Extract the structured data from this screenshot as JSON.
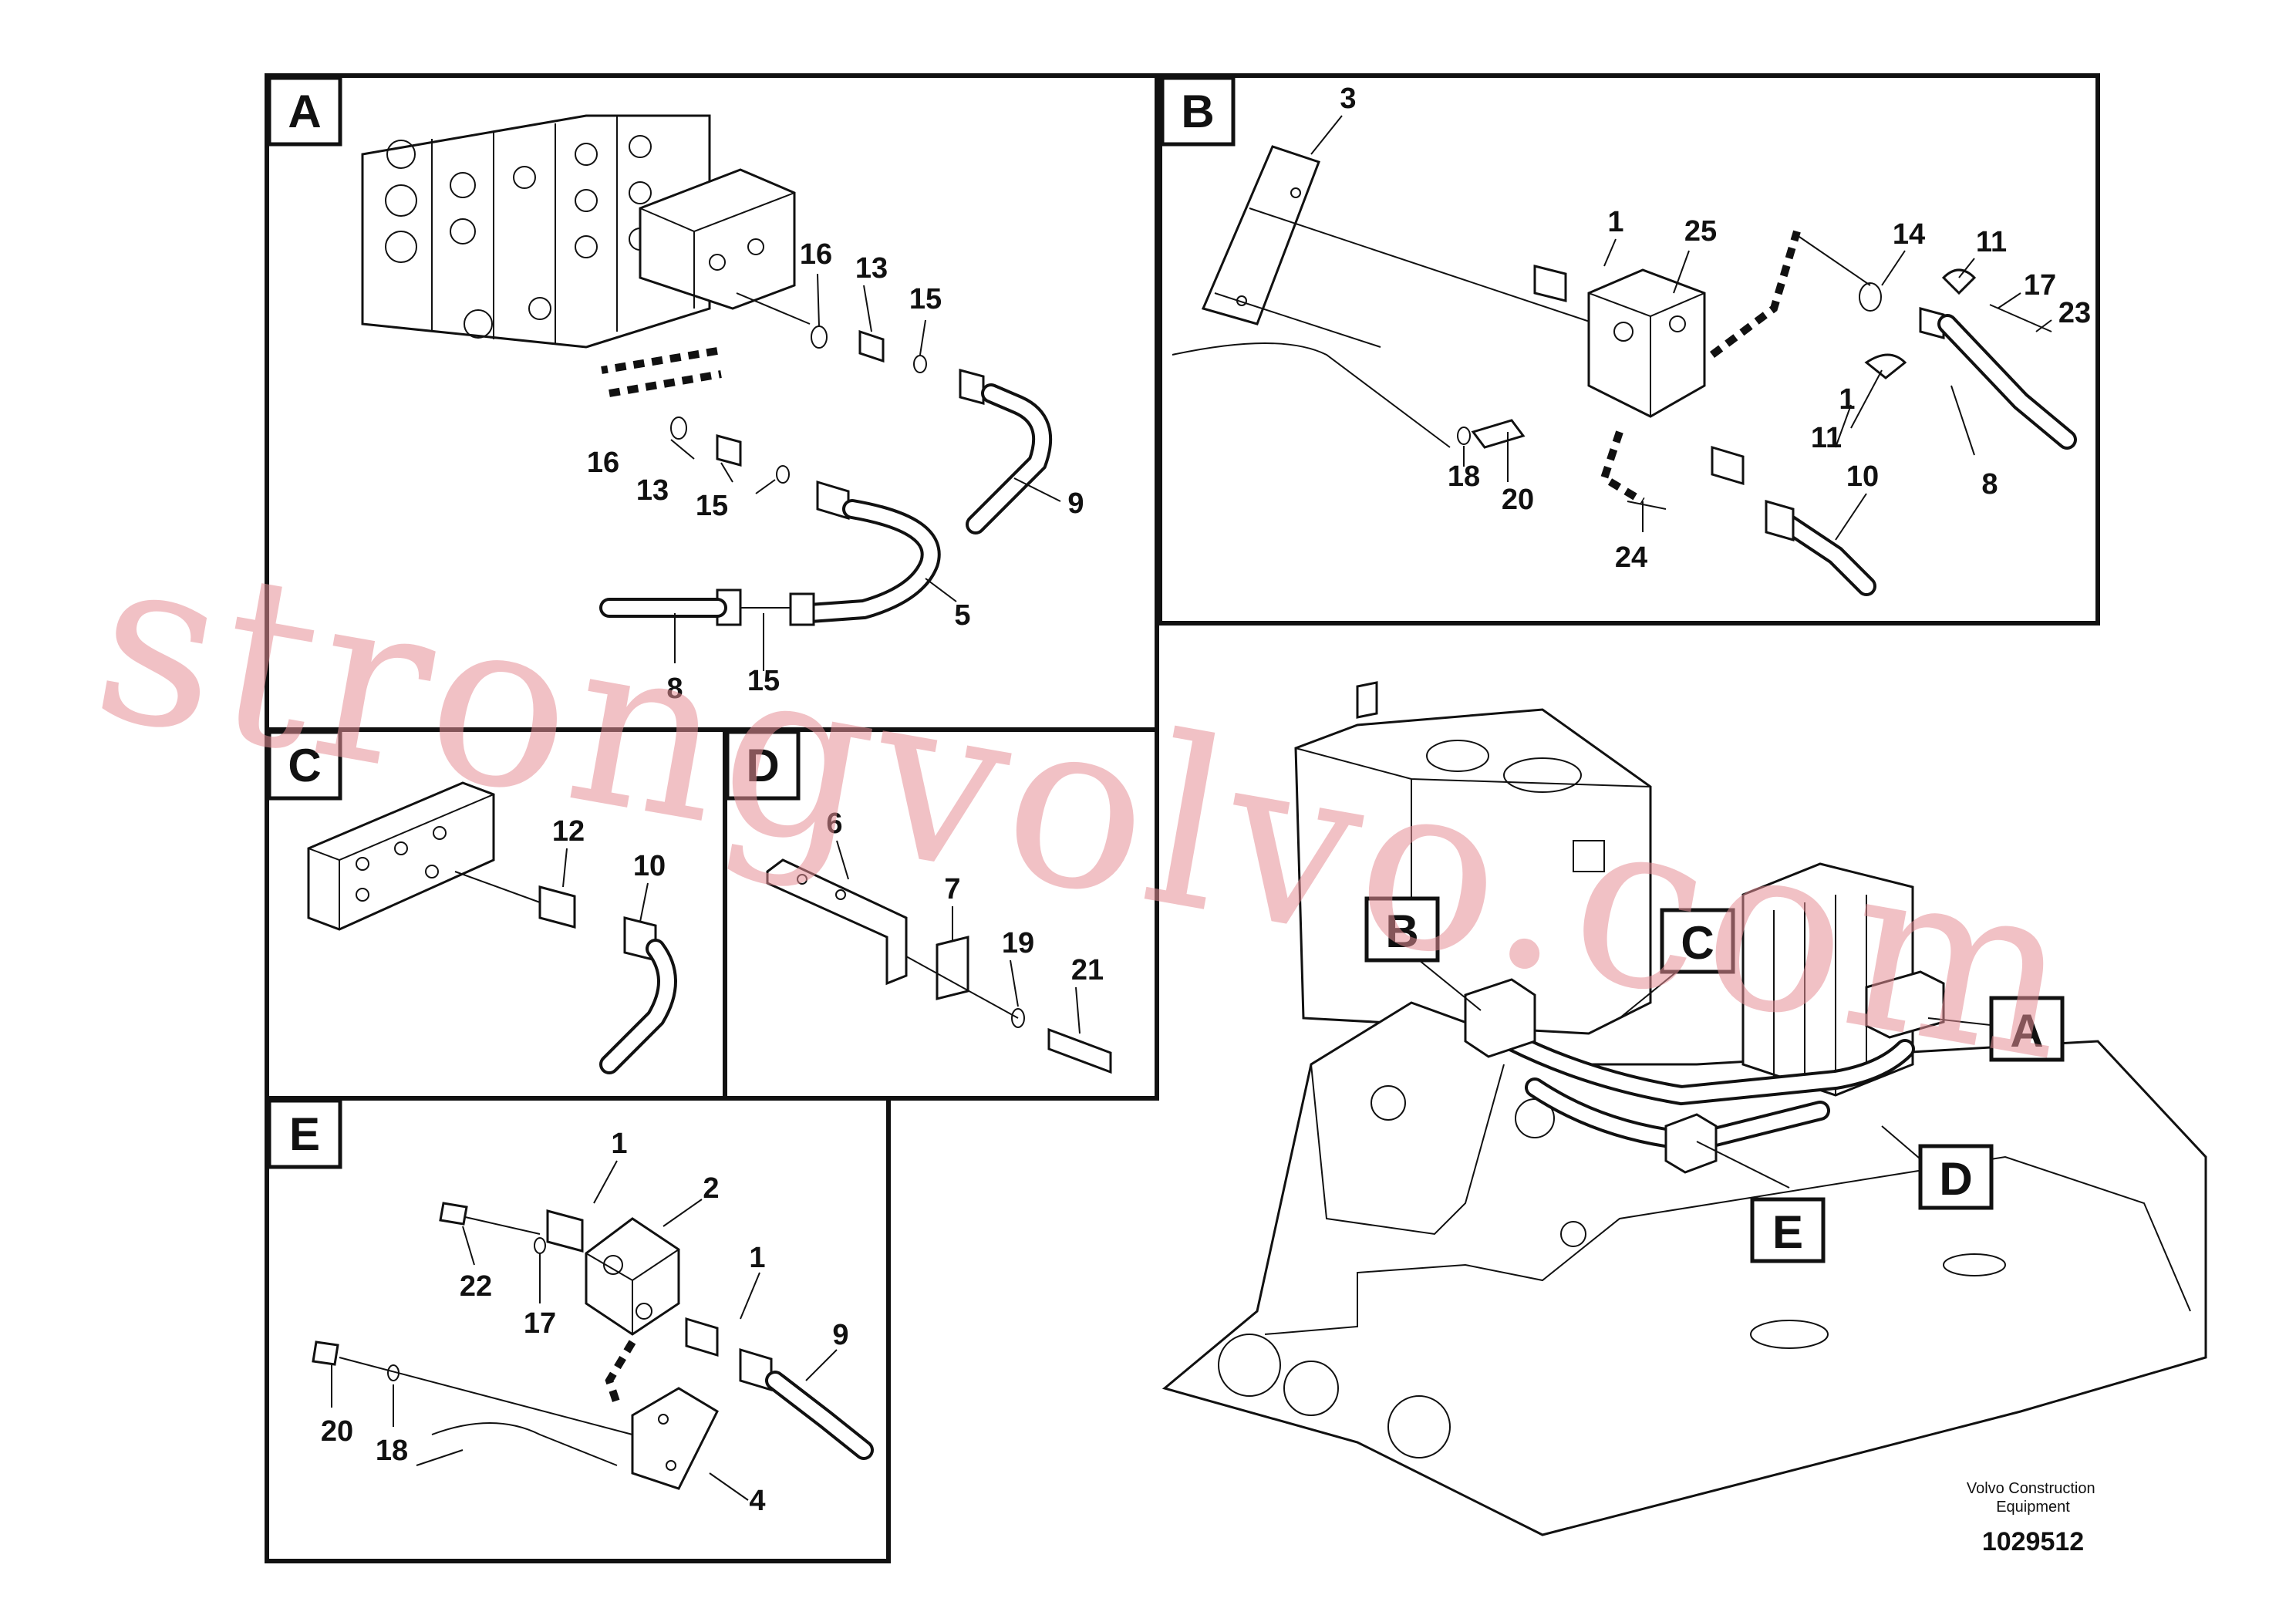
{
  "panels": {
    "A": {
      "tag": "A",
      "labels": [
        "16",
        "13",
        "15",
        "16",
        "13",
        "15",
        "9",
        "5",
        "8",
        "15"
      ]
    },
    "B": {
      "tag": "B",
      "labels": [
        "3",
        "1",
        "25",
        "14",
        "11",
        "17",
        "23",
        "1",
        "11",
        "8",
        "18",
        "20",
        "24",
        "10"
      ]
    },
    "C": {
      "tag": "C",
      "labels": [
        "12",
        "10"
      ]
    },
    "D": {
      "tag": "D",
      "labels": [
        "6",
        "7",
        "19",
        "21"
      ]
    },
    "E": {
      "tag": "E",
      "labels": [
        "1",
        "2",
        "22",
        "17",
        "1",
        "9",
        "20",
        "18",
        "4"
      ]
    }
  },
  "overview": {
    "callouts": [
      "B",
      "C",
      "A",
      "D",
      "E"
    ]
  },
  "watermark": "strongvolvo.com",
  "footer": {
    "company": "Volvo Construction Equipment",
    "number": "1029512"
  },
  "colors": {
    "line": "#111111",
    "watermark": "#e58e95"
  }
}
